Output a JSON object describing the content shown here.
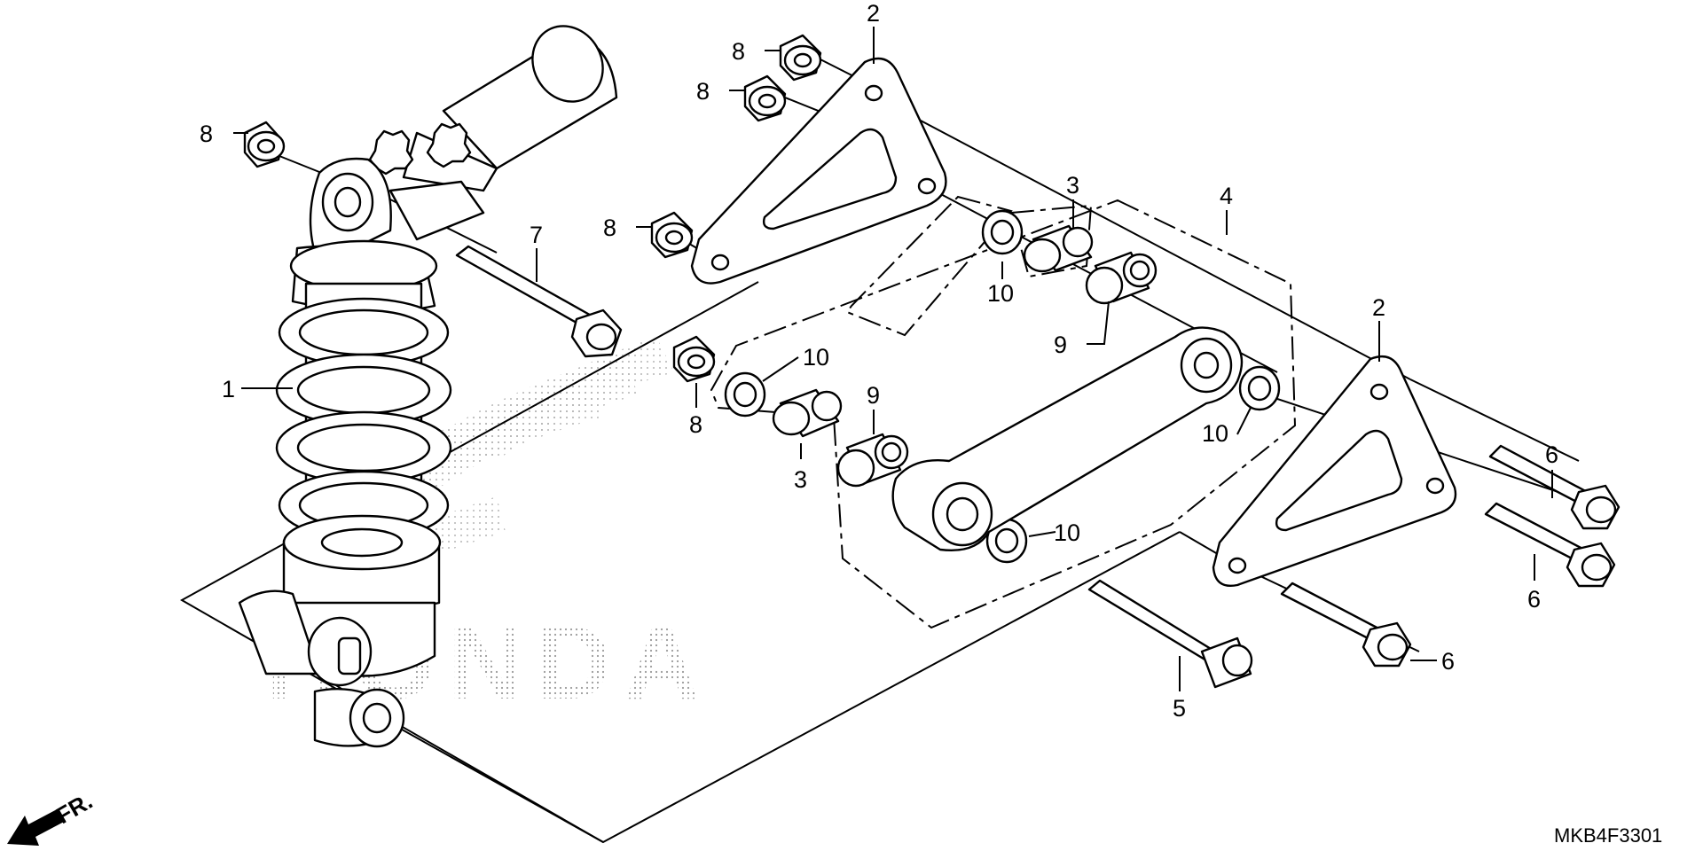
{
  "diagram": {
    "part_code": "MKB4F3301",
    "direction_label": "FR.",
    "watermark_text": "HONDA",
    "callouts": [
      {
        "id": "c1",
        "label": "1"
      },
      {
        "id": "c2a",
        "label": "2"
      },
      {
        "id": "c2b",
        "label": "2"
      },
      {
        "id": "c3a",
        "label": "3"
      },
      {
        "id": "c3b",
        "label": "3"
      },
      {
        "id": "c4",
        "label": "4"
      },
      {
        "id": "c5",
        "label": "5"
      },
      {
        "id": "c6a",
        "label": "6"
      },
      {
        "id": "c6b",
        "label": "6"
      },
      {
        "id": "c6c",
        "label": "6"
      },
      {
        "id": "c7",
        "label": "7"
      },
      {
        "id": "c8a",
        "label": "8"
      },
      {
        "id": "c8b",
        "label": "8"
      },
      {
        "id": "c8c",
        "label": "8"
      },
      {
        "id": "c8d",
        "label": "8"
      },
      {
        "id": "c8e",
        "label": "8"
      },
      {
        "id": "c9a",
        "label": "9"
      },
      {
        "id": "c9b",
        "label": "9"
      },
      {
        "id": "c10a",
        "label": "10"
      },
      {
        "id": "c10b",
        "label": "10"
      },
      {
        "id": "c10c",
        "label": "10"
      },
      {
        "id": "c10d",
        "label": "10"
      }
    ]
  }
}
